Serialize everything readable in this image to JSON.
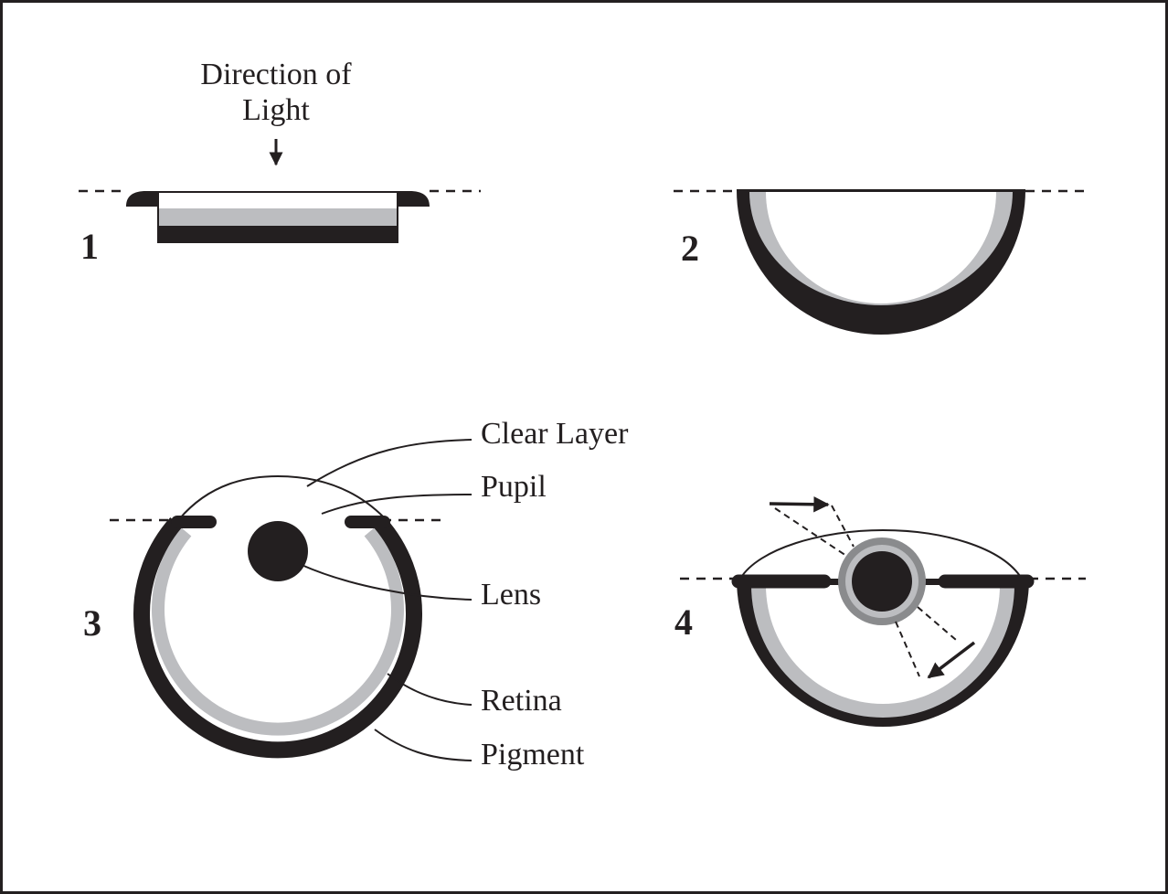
{
  "colors": {
    "pigment": "#231f20",
    "retina": "#bcbdc0",
    "lens_ring": "#8a8b8d",
    "background": "#ffffff"
  },
  "stage1": {
    "number": "1",
    "light_label_line1": "Direction of",
    "light_label_line2": "Light"
  },
  "stage2": {
    "number": "2"
  },
  "stage3": {
    "number": "3",
    "labels": {
      "clear_layer": "Clear Layer",
      "pupil": "Pupil",
      "lens": "Lens",
      "retina": "Retina",
      "pigment": "Pigment"
    }
  },
  "stage4": {
    "number": "4"
  }
}
